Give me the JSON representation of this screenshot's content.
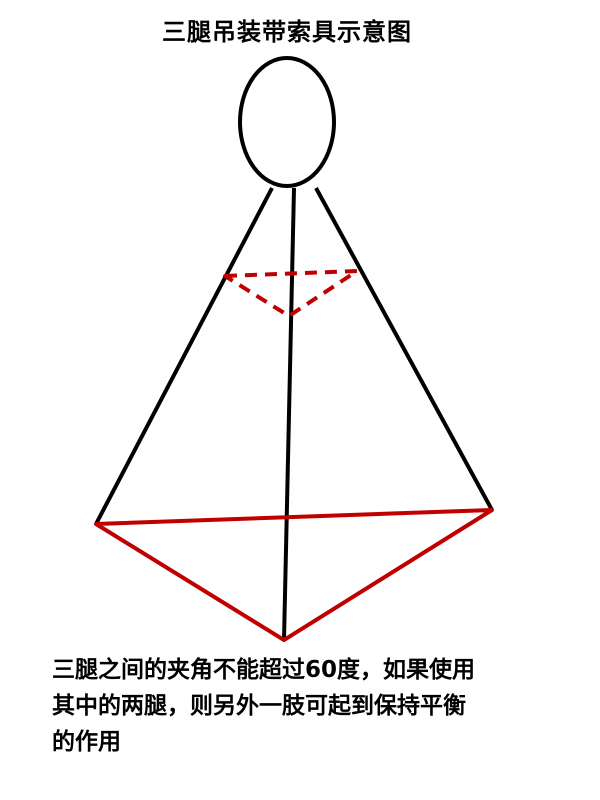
{
  "title": "三腿吊装带索具示意图",
  "caption": {
    "line1": "三腿之间的夹角不能超过60度，如果使用",
    "line2": "其中的两腿，则另外一肢可起到保持平衡",
    "line3": "的作用"
  },
  "colors": {
    "legs": "#000000",
    "base": "#c00000",
    "upper_triangle": "#c00000"
  }
}
